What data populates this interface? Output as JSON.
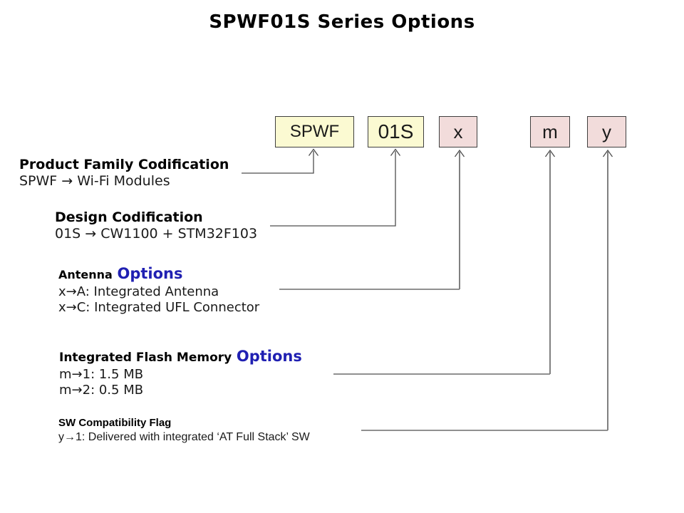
{
  "title": "SPWF01S Series Options",
  "code_boxes": {
    "spwf": {
      "label": "SPWF"
    },
    "design": {
      "label": "01S"
    },
    "antenna": {
      "label": "x"
    },
    "flash": {
      "label": "m"
    },
    "sw": {
      "label": "y"
    }
  },
  "sections": {
    "product_family": {
      "heading": "Product Family Codification",
      "lines": [
        "SPWF → Wi-Fi Modules"
      ]
    },
    "design": {
      "heading": "Design Codification",
      "lines": [
        "01S → CW1100 + STM32F103"
      ]
    },
    "antenna": {
      "heading": "Antenna",
      "heading_accent": "Options",
      "lines": [
        "x→A: Integrated Antenna",
        "x→C: Integrated UFL Connector"
      ]
    },
    "flash": {
      "heading": "Integrated Flash Memory",
      "heading_accent": "Options",
      "lines": [
        "m→1: 1.5 MB",
        "m→2: 0.5 MB"
      ]
    },
    "sw_flag": {
      "heading": "SW Compatibility Flag",
      "lines": [
        "y→1: Delivered with integrated ‘AT Full Stack’ SW"
      ]
    }
  },
  "colors": {
    "family_box_fill": "#FBFAD2",
    "option_box_fill": "#F2DCDB",
    "box_border": "#3F3F3F",
    "accent_blue": "#2020B2",
    "connector": "#4D4D4D",
    "connector_vertical": "#808080",
    "text": "#1A1A1A"
  }
}
